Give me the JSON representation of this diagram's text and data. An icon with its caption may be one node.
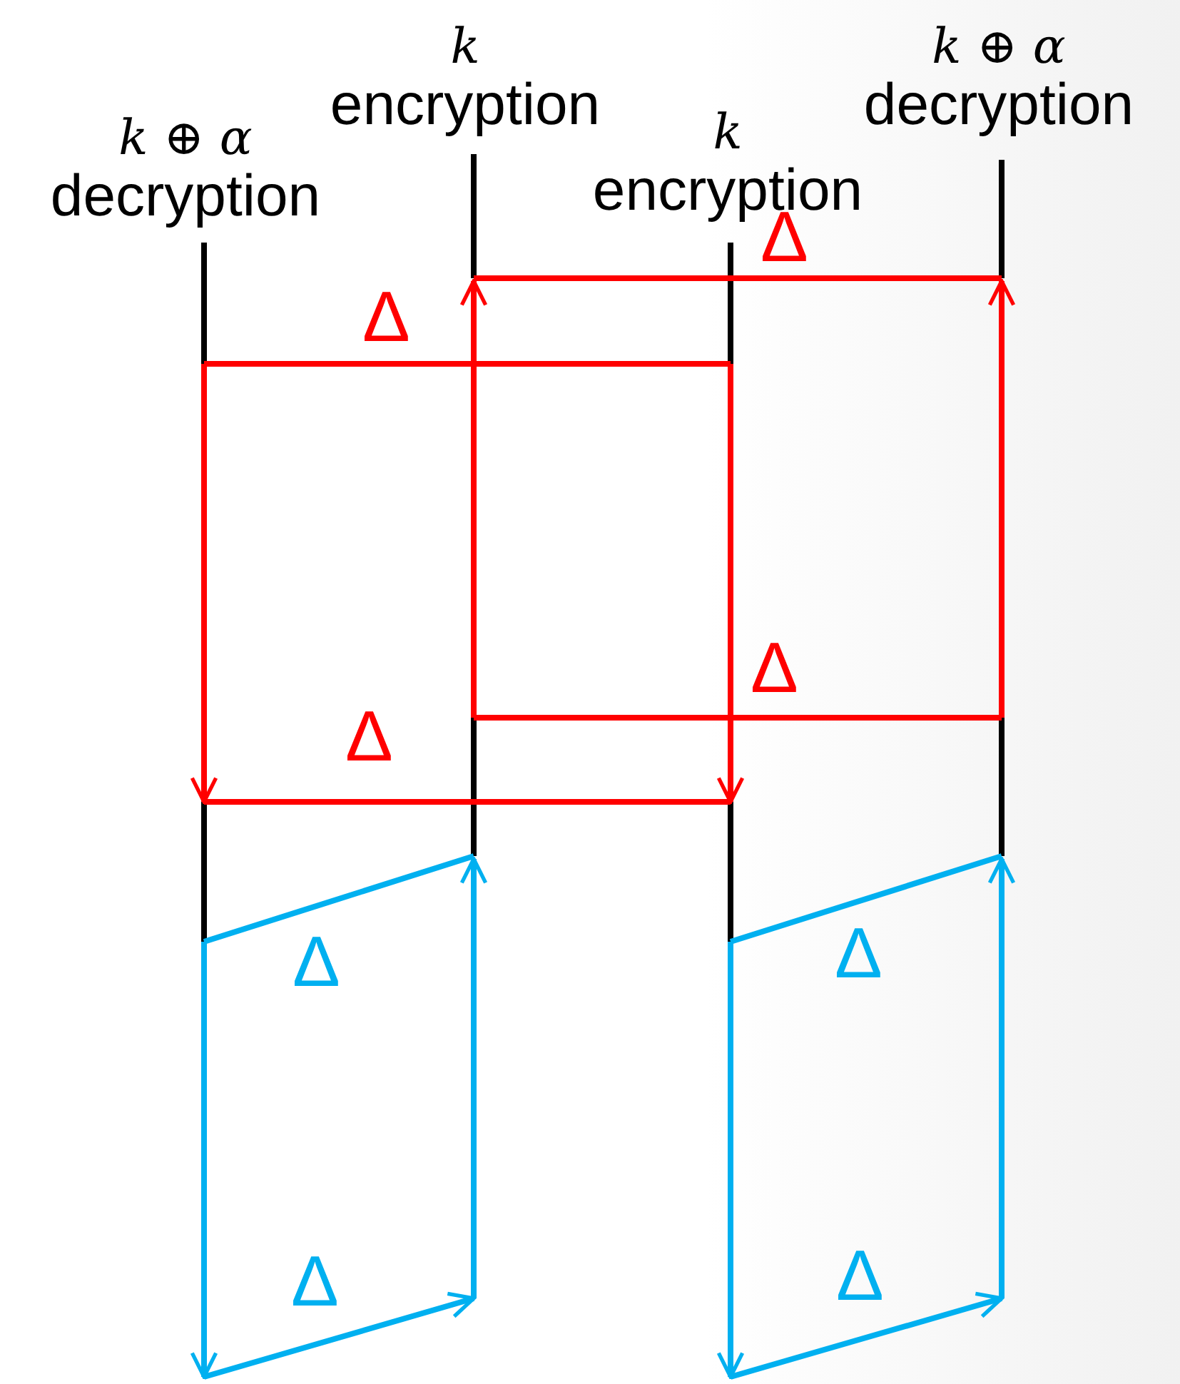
{
  "diagram": {
    "nodes": [
      {
        "text": [
          "k ⊕ α",
          "decryption"
        ]
      },
      {
        "text": [
          "k",
          "encryption"
        ]
      },
      {
        "text": [
          "k",
          "encryption"
        ]
      },
      {
        "text": [
          "k ⊕ α",
          "decryption"
        ]
      }
    ],
    "labels": [
      "Δ",
      "Δ",
      "Δ",
      "Δ",
      "Δ",
      "Δ",
      "Δ",
      "Δ"
    ]
  }
}
